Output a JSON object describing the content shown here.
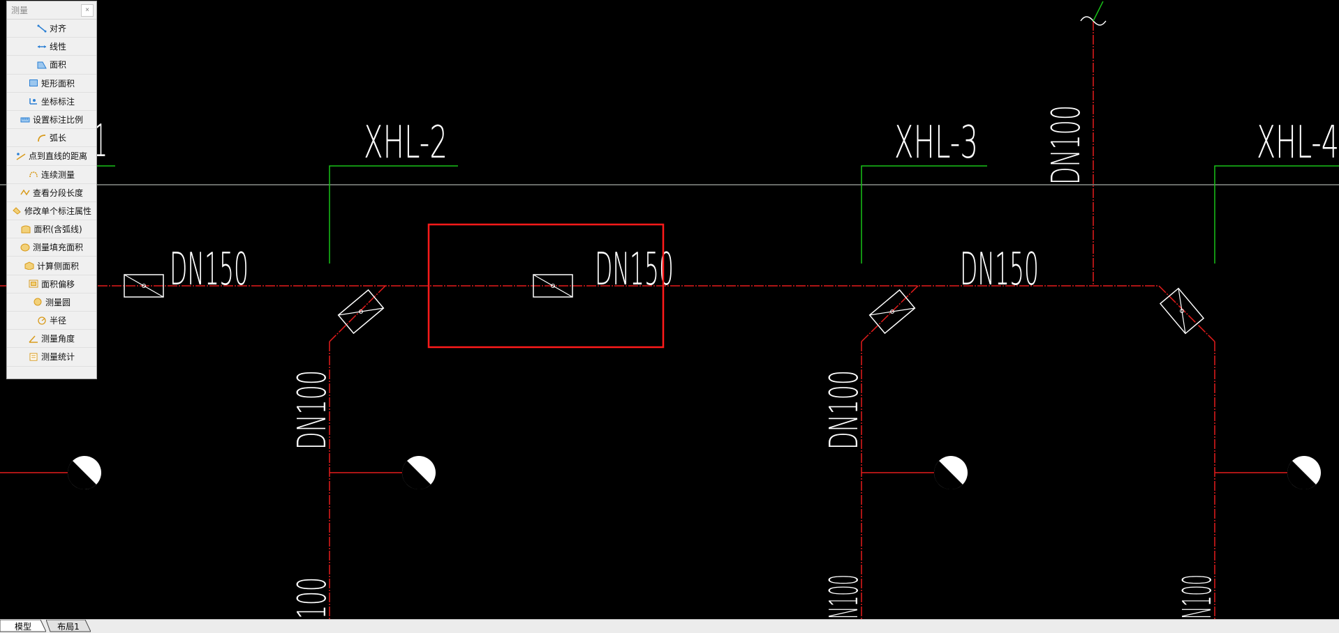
{
  "palette": {
    "title": "测量",
    "close_glyph": "×",
    "items": [
      {
        "label": "对齐",
        "icon": "aligned-dimension-icon"
      },
      {
        "label": "线性",
        "icon": "linear-dimension-icon"
      },
      {
        "label": "面积",
        "icon": "area-icon"
      },
      {
        "label": "矩形面积",
        "icon": "rectangle-area-icon"
      },
      {
        "label": "坐标标注",
        "icon": "coordinate-dimension-icon"
      },
      {
        "label": "设置标注比例",
        "icon": "dimension-scale-icon"
      },
      {
        "label": "弧长",
        "icon": "arc-length-icon"
      },
      {
        "label": "点到直线的距离",
        "icon": "point-to-line-distance-icon"
      },
      {
        "label": "连续测量",
        "icon": "continuous-measure-icon"
      },
      {
        "label": "查看分段长度",
        "icon": "segment-length-icon"
      },
      {
        "label": "修改单个标注属性",
        "icon": "edit-dimension-property-icon"
      },
      {
        "label": "面积(含弧线)",
        "icon": "arc-area-icon"
      },
      {
        "label": "测量填充面积",
        "icon": "hatch-area-icon"
      },
      {
        "label": "计算侧面积",
        "icon": "side-area-icon"
      },
      {
        "label": "面积偏移",
        "icon": "area-offset-icon"
      },
      {
        "label": "测量圆",
        "icon": "measure-circle-icon"
      },
      {
        "label": "半径",
        "icon": "radius-icon"
      },
      {
        "label": "测量角度",
        "icon": "measure-angle-icon"
      },
      {
        "label": "测量统计",
        "icon": "measure-statistics-icon"
      }
    ]
  },
  "drawing": {
    "labels": {
      "xhl1_partial": "1",
      "xhl2": "XHL-2",
      "xhl3": "XHL-3",
      "xhl4": "XHL-4",
      "dn150_a": "DN150",
      "dn150_b": "DN150",
      "dn150_c": "DN150",
      "dn100_riser": "DN100",
      "dn100_branch_a": "DN100",
      "dn100_branch_b": "DN100",
      "dn100_bottom_a": "100",
      "dn100_bottom_b": "N100",
      "dn100_bottom_c": "N100"
    },
    "colors": {
      "background": "#000000",
      "pipe": "#e51c1c",
      "leader": "#19c219",
      "text": "#ffffff",
      "selection": "#ff1a1a",
      "axis": "#cfd8cf"
    }
  },
  "tabs": [
    {
      "label": "模型",
      "active": false
    },
    {
      "label": "布局1",
      "active": true
    }
  ]
}
